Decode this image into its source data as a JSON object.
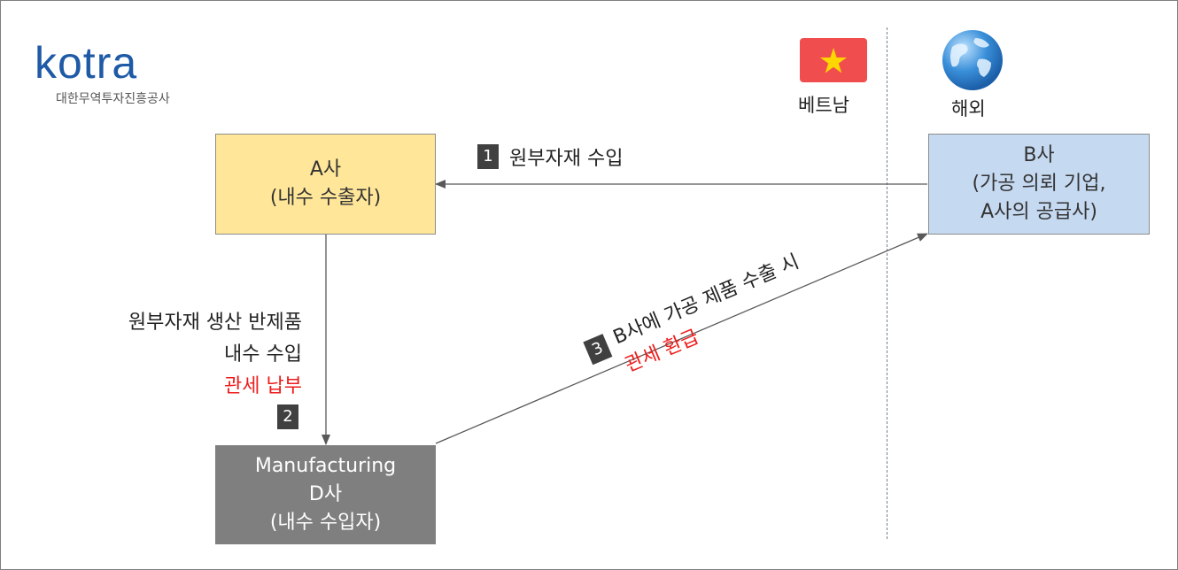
{
  "logo": {
    "wordmark": "kotra",
    "subtitle": "대한무역투자진흥공사"
  },
  "regions": {
    "vietnam": "베트남",
    "overseas": "해외"
  },
  "boxes": {
    "a": {
      "name": "A사",
      "role": "(내수 수출자)"
    },
    "b": {
      "name": "B사",
      "role_line1": "(가공 의뢰 기업,",
      "role_line2": "A사의 공급사)"
    },
    "d": {
      "line1": "Manufacturing",
      "name": "D사",
      "role": "(내수 수입자)"
    }
  },
  "steps": {
    "s1": {
      "number": "1",
      "label": "원부자재 수입"
    },
    "s2": {
      "number": "2",
      "line1": "원부자재 생산 반제품",
      "line2": "내수 수입",
      "line3": "관세 납부"
    },
    "s3": {
      "number": "3",
      "line1": "B사에 가공 제품 수출 시",
      "line2": "관세 환급"
    }
  },
  "colors": {
    "box_a": "#ffe699",
    "box_b": "#c5d9f1",
    "box_d": "#7f7f7f",
    "highlight_red": "#ee1c1c",
    "badge": "#404040",
    "logo_blue": "#1f5aa6",
    "flag_red": "#f04e4e",
    "flag_star": "#ffd700",
    "globe_blue": "#3a8fd9"
  },
  "icons": {
    "flag": "vietnam-flag-icon",
    "globe": "globe-icon"
  }
}
